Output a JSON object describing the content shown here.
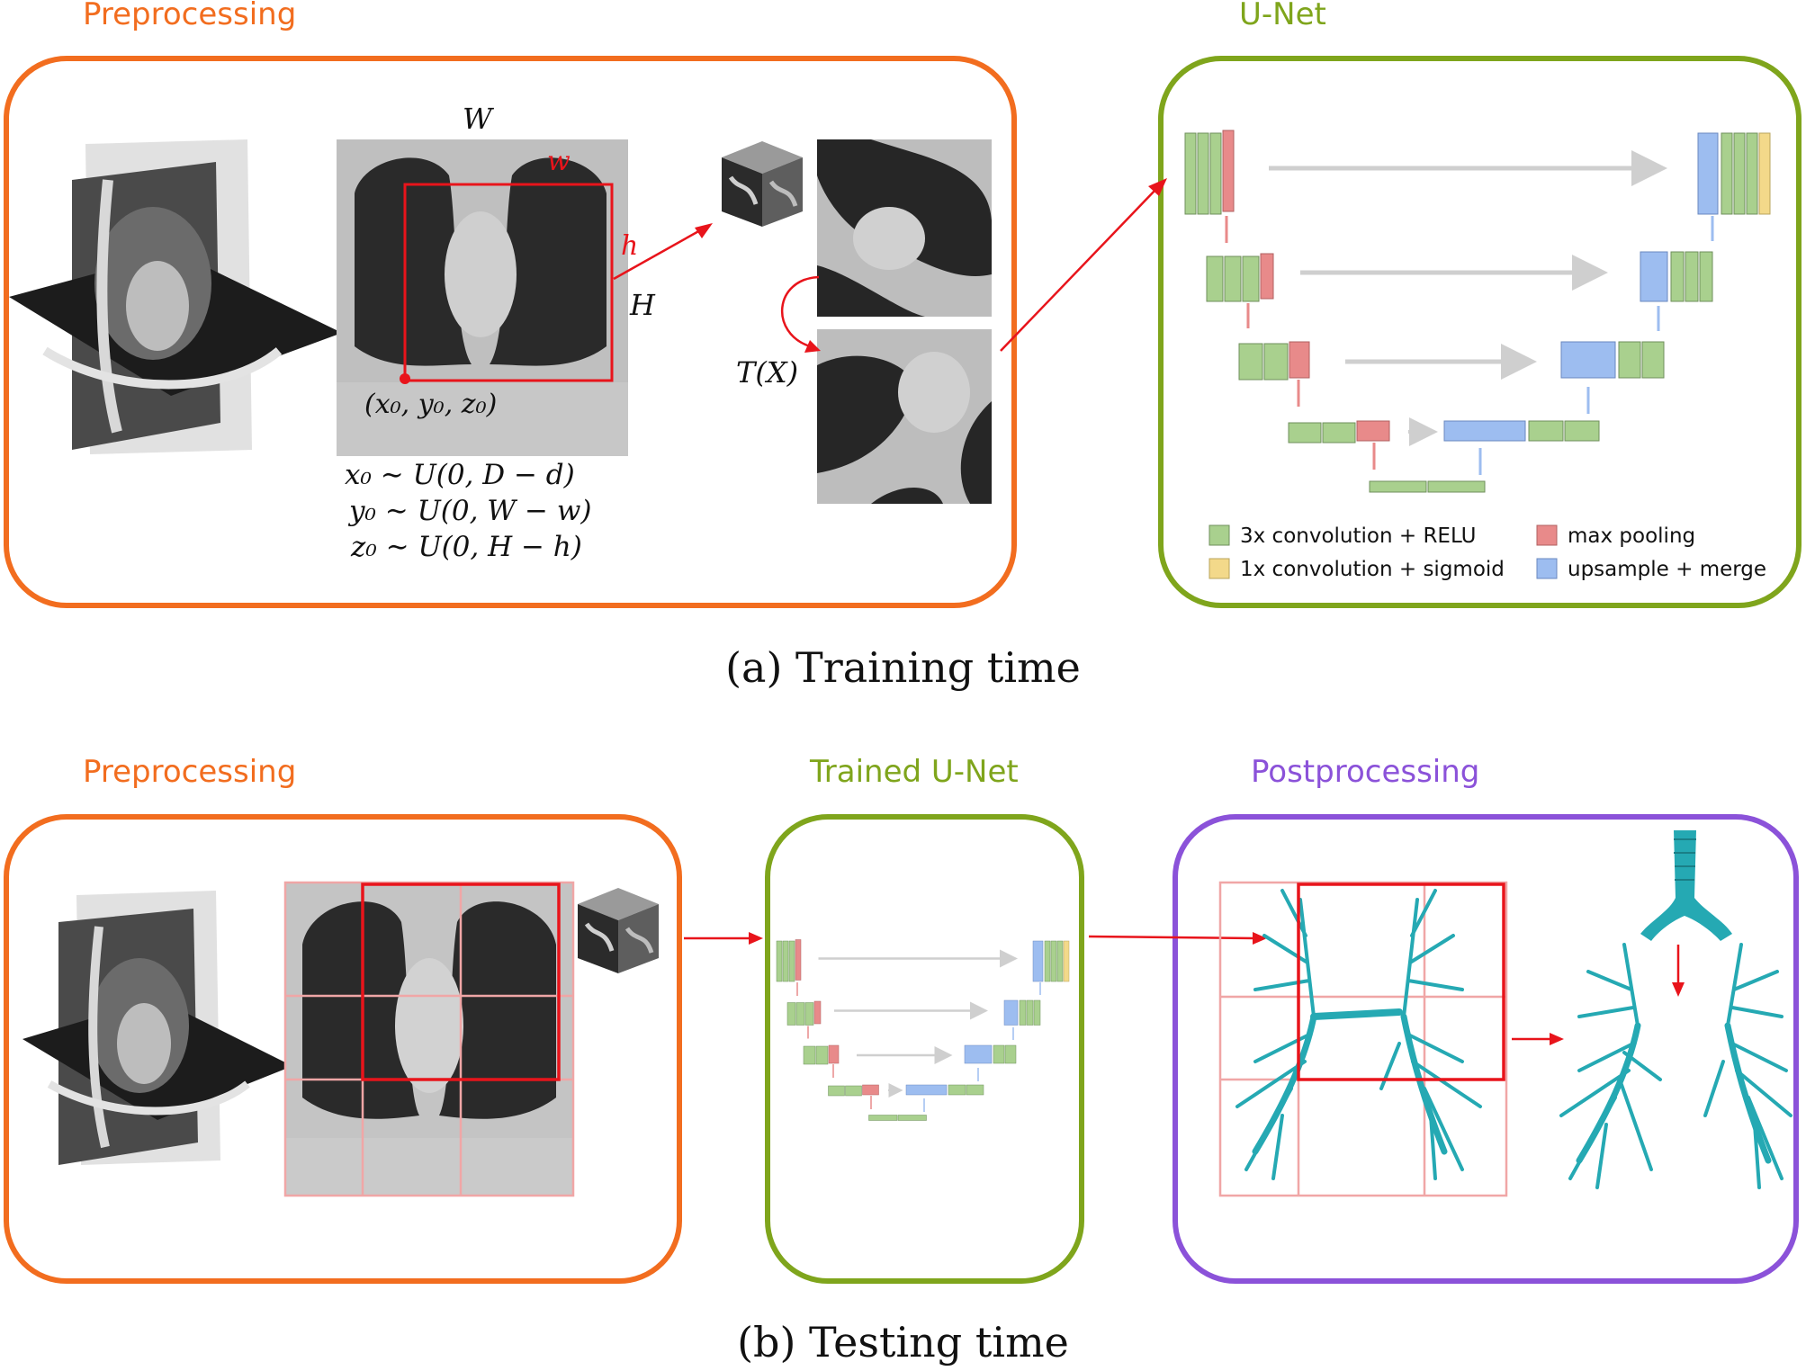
{
  "colors": {
    "preprocessing": "#F26D1F",
    "unet": "#7FA51C",
    "postprocessing": "#8B52D9",
    "arrow": "#E8141B",
    "conv": "#A9D08E",
    "pool": "#E88A8A",
    "sigmoid": "#F3D98A",
    "upsample": "#9DBDF0",
    "airway": "#25A9B3"
  },
  "training": {
    "preprocessing_title": "Preprocessing",
    "unet_title": "U-Net",
    "caption": "(a) Training time",
    "labels": {
      "W": "W",
      "H": "H",
      "w": "w",
      "h": "h",
      "origin": "(x₀, y₀, z₀)",
      "transform": "T(X)",
      "eq_x": "x₀ ∼ U(0, D − d)",
      "eq_y": "y₀ ∼ U(0, W − w)",
      "eq_z": "z₀ ∼ U(0, H − h)"
    },
    "legend": [
      {
        "icon": "conv-legend-icon",
        "text": "3x convolution + RELU"
      },
      {
        "icon": "pool-legend-icon",
        "text": "max pooling"
      },
      {
        "icon": "sigmoid-legend-icon",
        "text": "1x convolution + sigmoid"
      },
      {
        "icon": "upsample-legend-icon",
        "text": "upsample + merge"
      }
    ]
  },
  "testing": {
    "preprocessing_title": "Preprocessing",
    "unet_title": "Trained U-Net",
    "postprocessing_title": "Postprocessing",
    "caption": "(b) Testing time"
  }
}
